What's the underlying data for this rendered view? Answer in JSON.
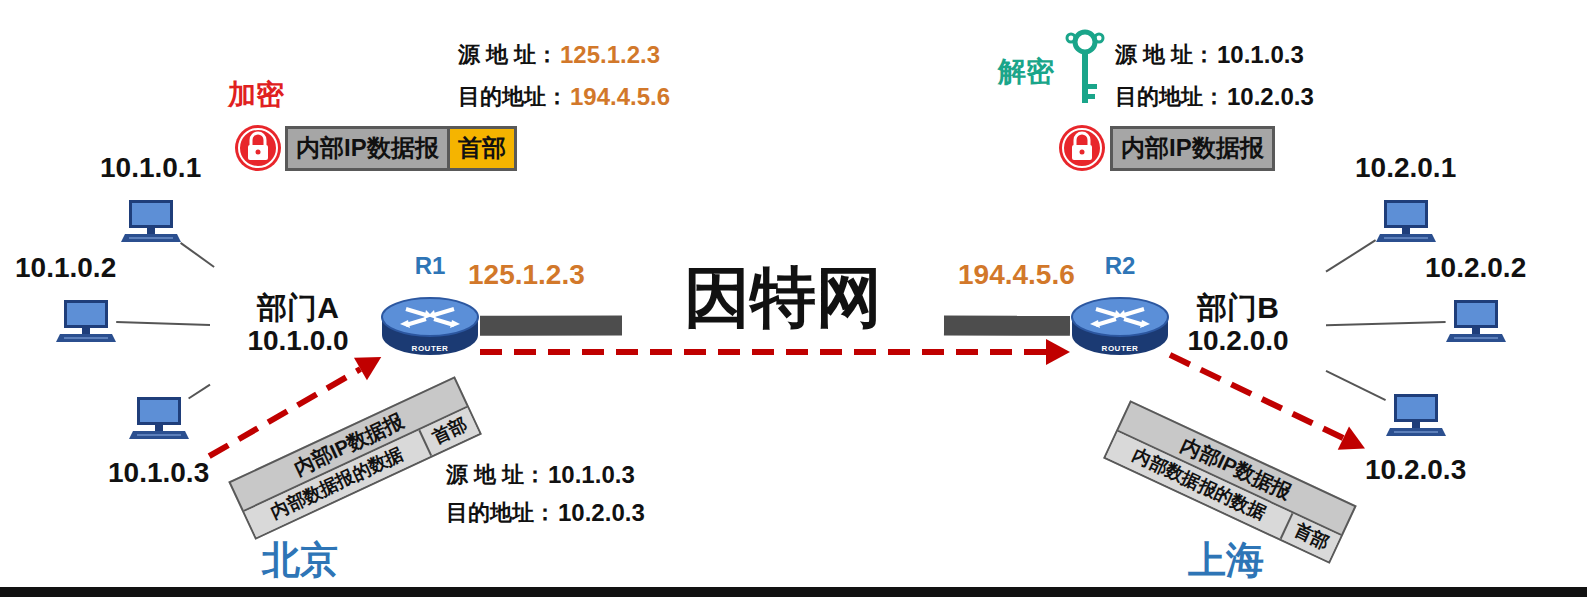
{
  "diagram": {
    "nodes": [
      {
        "text": [
          "内部IP数据报"
        ]
      },
      {
        "text": [
          "首部"
        ]
      },
      {
        "text": [
          "内部IP数据报"
        ]
      },
      {
        "text": [
          "10.1.0.1"
        ]
      },
      {
        "text": [
          "10.1.0.2"
        ]
      },
      {
        "text": [
          "10.1.0.3"
        ]
      },
      {
        "text": [
          "部门A",
          "10.1.0.0"
        ]
      },
      {
        "text": [
          "R1",
          "ROUTER"
        ]
      },
      {
        "text": [
          "因特网"
        ]
      },
      {
        "text": [
          "R2",
          "ROUTER"
        ]
      },
      {
        "text": [
          "部门B",
          "10.2.0.0"
        ]
      },
      {
        "text": [
          "10.2.0.1"
        ]
      },
      {
        "text": [
          "10.2.0.2"
        ]
      },
      {
        "text": [
          "10.2.0.3"
        ]
      },
      {
        "text": [
          "内部IP数据报"
        ]
      },
      {
        "text": [
          "内部数据报的数据"
        ],
        "in": 14
      },
      {
        "text": [
          "首部"
        ],
        "in": 14
      },
      {
        "text": [
          "内部IP数据报"
        ]
      },
      {
        "text": [
          "内部数据报的数据"
        ],
        "in": 17
      },
      {
        "text": [
          "首部"
        ],
        "in": 17
      }
    ],
    "edges": [
      {
        "from": 3,
        "to": 6,
        "arrow": "none"
      },
      {
        "from": 4,
        "to": 6,
        "arrow": "none"
      },
      {
        "from": 5,
        "to": 6,
        "arrow": "none"
      },
      {
        "from": 7,
        "to": 8,
        "arrow": "none"
      },
      {
        "from": 8,
        "to": 9,
        "arrow": "none"
      },
      {
        "from": 10,
        "to": 11,
        "arrow": "none"
      },
      {
        "from": 10,
        "to": 12,
        "arrow": "none"
      },
      {
        "from": 10,
        "to": 13,
        "arrow": "none"
      },
      {
        "from": 5,
        "to": 7,
        "arrow": "to"
      },
      {
        "from": 7,
        "to": 9,
        "arrow": "to"
      },
      {
        "from": 9,
        "to": 13,
        "arrow": "to"
      }
    ],
    "labels": [
      "加密",
      "源 地 址：",
      "125.1.2.3",
      "目的地址：",
      "194.4.5.6",
      "解密",
      "源 地 址：",
      "10.1.0.3",
      "目的地址：",
      "10.2.0.3",
      "125.1.2.3",
      "194.4.5.6",
      "源 地 址：",
      "10.1.0.3",
      "目的地址：",
      "10.2.0.3",
      "北京",
      "上海"
    ]
  }
}
